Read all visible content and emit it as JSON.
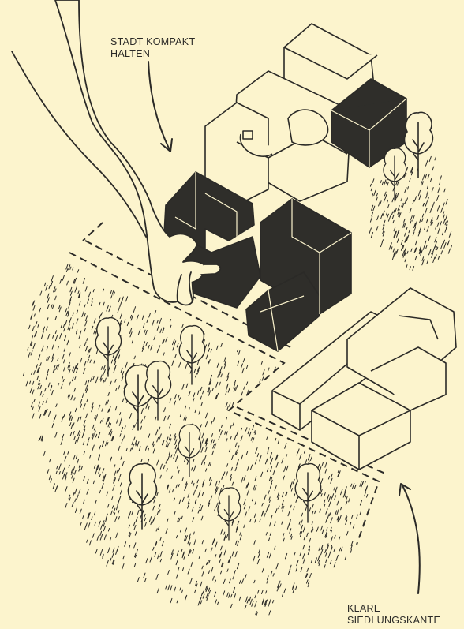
{
  "labels": {
    "compact_city": [
      "STADT KOMPAKT",
      "HALTEN"
    ],
    "settlement_edge": [
      "KLARE",
      "SIEDLUNGSKANTE"
    ]
  },
  "colors": {
    "background": "#fcf4cd",
    "ink": "#2b2a27",
    "new_building_fill": "#2f2e2a",
    "existing_building_fill": "#fcf4cd"
  },
  "icons": {
    "hand": "hand-icon",
    "tree": "tree-icon",
    "arrow": "curved-arrow-icon"
  }
}
